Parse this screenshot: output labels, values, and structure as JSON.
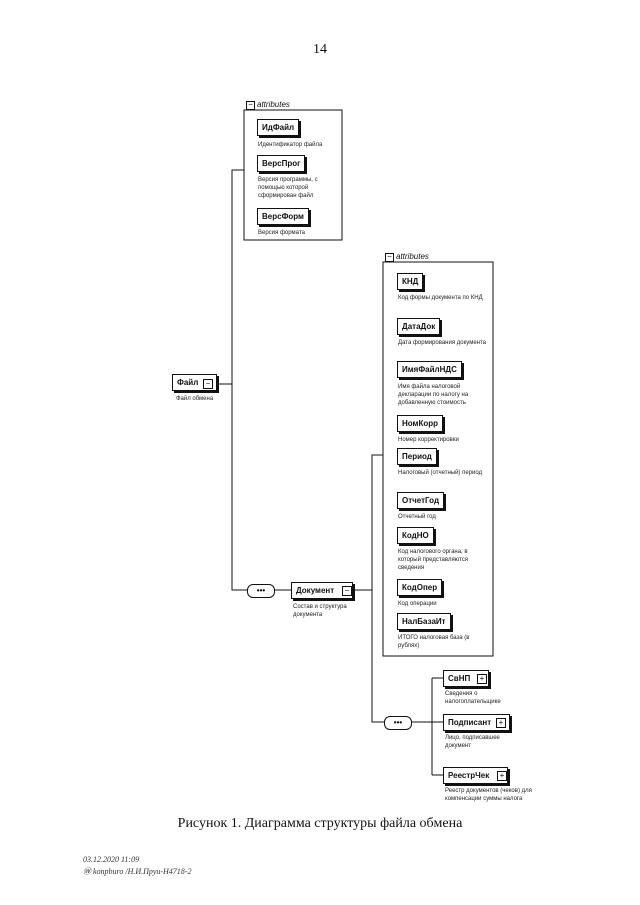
{
  "page_number": "14",
  "caption": "Рисунок 1. Диаграмма структуры файла обмена",
  "stamp": {
    "line1": "03.12.2020 11:09",
    "line2": "Ⓦ konpburo /Н.И.Пруи-Н4718-2"
  },
  "groups": {
    "attributes_label": "attributes",
    "sequence_symbol": "•••"
  },
  "root": {
    "name": "Файл",
    "desc": "Файл обмена"
  },
  "file_attributes": [
    {
      "name": "ИдФайл",
      "desc": "Идентификатор файла"
    },
    {
      "name": "ВерсПрог",
      "desc": "Версия программы, с помощью которой сформирован файл"
    },
    {
      "name": "ВерсФорм",
      "desc": "Версия формата"
    }
  ],
  "document": {
    "name": "Документ",
    "desc": "Состав и структура документа"
  },
  "document_attributes": [
    {
      "name": "КНД",
      "desc": "Код формы документа по КНД"
    },
    {
      "name": "ДатаДок",
      "desc": "Дата формирования документа"
    },
    {
      "name": "ИмяФайлНДС",
      "desc": "Имя файла налоговой декларации по налогу на добавленную стоимость"
    },
    {
      "name": "НомКорр",
      "desc": "Номер корректировки"
    },
    {
      "name": "Период",
      "desc": "Налоговый (отчетный) период"
    },
    {
      "name": "ОтчетГод",
      "desc": "Отчетный год"
    },
    {
      "name": "КодНО",
      "desc": "Код налогового органа, в который представляются сведения"
    },
    {
      "name": "КодОпер",
      "desc": "Код операции"
    },
    {
      "name": "НалБазаИт",
      "desc": "ИТОГО налоговая база (в рублях)"
    }
  ],
  "document_children": [
    {
      "name": "СвНП",
      "desc": "Сведения о налогоплательщике"
    },
    {
      "name": "Подписант",
      "desc": "Лицо, подписавшее документ"
    },
    {
      "name": "РеестрЧек",
      "desc": "Реестр документов (чеков) для компенсации суммы налога"
    }
  ]
}
